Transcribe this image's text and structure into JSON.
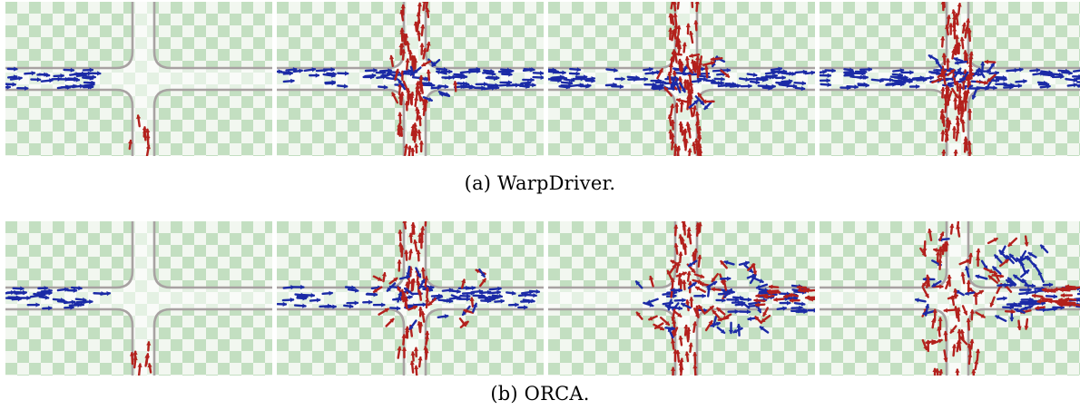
{
  "figure": {
    "rows": [
      {
        "id": "a",
        "caption": "(a) WarpDriver.",
        "method": "WarpDriver",
        "snapshots": 4
      },
      {
        "id": "b",
        "caption": "(b) ORCA.",
        "method": "ORCA",
        "snapshots": 4
      }
    ],
    "colors": {
      "checker_light": "#f2f7f0",
      "checker_dark": "#c3dfc1",
      "road": "#ffffff",
      "road_border": "#a8a2a2",
      "agent_east": "#1b2aa6",
      "agent_north": "#b3201c"
    }
  }
}
